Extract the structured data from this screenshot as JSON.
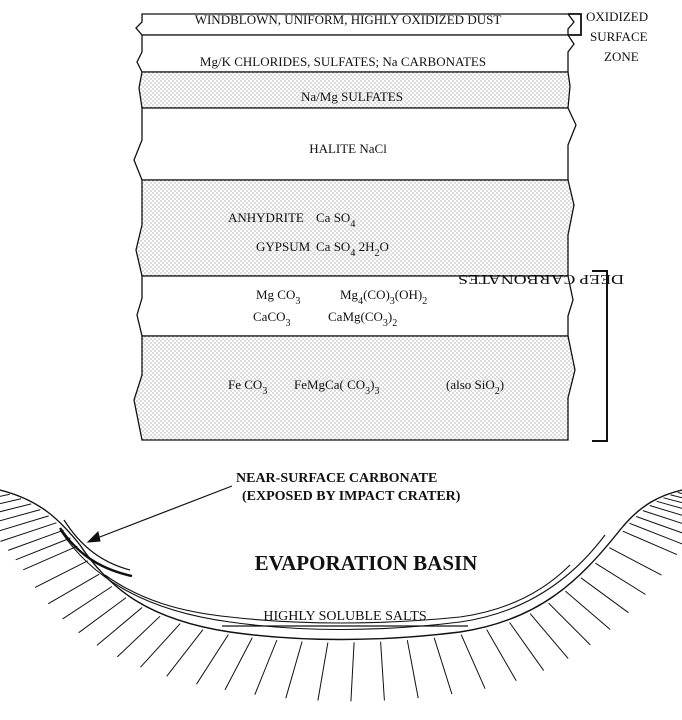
{
  "layers": [
    {
      "id": "dust",
      "text": "WINDBLOWN, UNIFORM, HIGHLY OXIDIZED DUST"
    },
    {
      "id": "chlorides",
      "text": "Mg/K CHLORIDES, SULFATES; Na CARBONATES"
    },
    {
      "id": "sulfates",
      "text": "Na/Mg SULFATES"
    },
    {
      "id": "halite",
      "text": "HALITE  NaCl"
    },
    {
      "id": "anhydrite",
      "name": "ANHYDRITE",
      "formula": "Ca SO",
      "sub": "4"
    },
    {
      "id": "gypsum",
      "name": "GYPSUM",
      "formula_a": "Ca SO",
      "sub_a": "4",
      "formula_b": " 2H",
      "sub_b": "2",
      "formula_c": "O"
    },
    {
      "id": "mgco3",
      "a": "Mg CO",
      "a_sub": "3",
      "b1": "Mg",
      "b1_sub": "4",
      "b2": "(CO)",
      "b2_sub": "3",
      "b3": "(OH)",
      "b3_sub": "2"
    },
    {
      "id": "caco3",
      "a": "CaCO",
      "a_sub": "3",
      "b1": "CaMg(CO",
      "b1_sub": "3",
      "b2": ")",
      "b2_sub": "2"
    },
    {
      "id": "feco3",
      "a": "Fe CO",
      "a_sub": "3",
      "b1": "FeMgCa( CO",
      "b1_sub": "3",
      "b2": ")",
      "b2_sub": "3",
      "c1": "(also SiO",
      "c1_sub": "2",
      "c2": ")"
    }
  ],
  "side_labels": {
    "oxidized_zone": [
      "OXIDIZED",
      "SURFACE",
      "ZONE"
    ],
    "deep_carbonates": "DEEP CARBONATES"
  },
  "basin": {
    "callout_line1": "NEAR-SURFACE CARBONATE",
    "callout_line2": "(EXPOSED BY IMPACT CRATER)",
    "title": "EVAPORATION BASIN",
    "salts_label": "HIGHLY SOLUBLE SALTS"
  },
  "colors": {
    "ink": "#111111",
    "stipple": "#b8b8b8",
    "paper": "#ffffff"
  }
}
